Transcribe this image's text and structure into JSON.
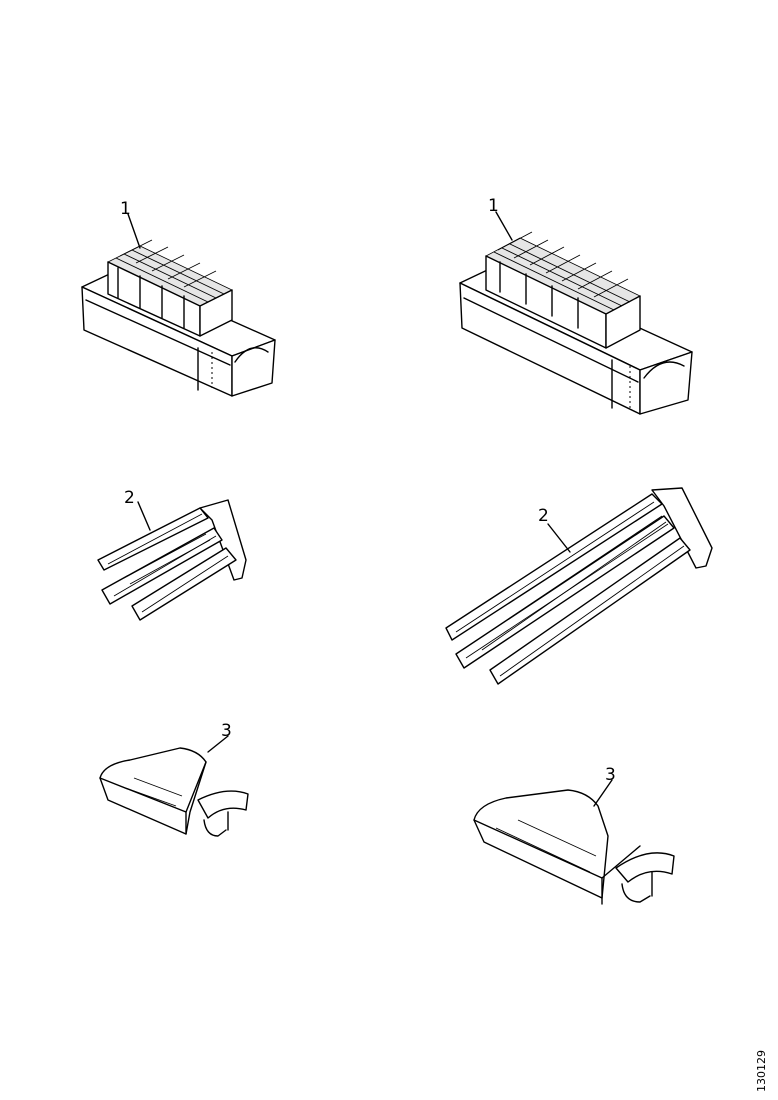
{
  "callouts": {
    "left_connector": "1",
    "right_connector": "1",
    "left_spacer": "2",
    "right_spacer": "2",
    "left_cover": "3",
    "right_cover": "3"
  },
  "figure_id": "130129"
}
